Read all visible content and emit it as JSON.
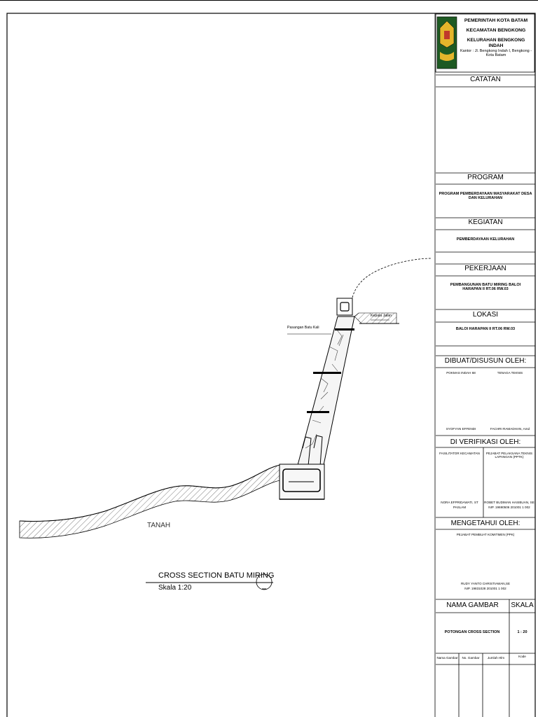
{
  "title_block": {
    "authority": [
      "PEMERINTAH  KOTA BATAM",
      "KECAMATAN BENGKONG",
      "KELURAHAN BENGKONG INDAH"
    ],
    "office": "Kantor : Jl. Bengkong Indah I, Bengkong - Kota Batam",
    "catatan_label": "CATATAN",
    "program_label": "PROGRAM",
    "program_value": "PROGRAM PEMBERDAYAAN MASYARAKAT DESA DAN KELURAHAN",
    "kegiatan_label": "KEGIATAN",
    "kegiatan_value": "PEMBERDAYAAN KELURAHAN",
    "pekerjaan_label": "PEKERJAAN",
    "pekerjaan_value": "PEMBANGUNAN BATU MIRING BALOI HARAPAN II RT.06 RW.03",
    "lokasi_label": "LOKASI",
    "lokasi_value": "BALOI HARAPAN II RT.06 RW.03",
    "dibuat_label": "DIBUAT/DISUSUN OLEH:",
    "dibuat_left_title": "POKMAS INDAH 68",
    "dibuat_right_title": "TENAGA TEKNIS",
    "dibuat_left_name": "SYOFYAN EFFENDI",
    "dibuat_right_name": "FACHRI RAMADHAN, Amd",
    "verifikasi_label": "DI VERIFIKASI OLEH:",
    "verif_left_title": "FASILITATOR KECAMATAN",
    "verif_right_title": "PEJABAT PELAKSANA TEKNIS LAPANGAN (PPTK)",
    "verif_left_name": "NORA EFPRIDAWATI, ST",
    "verif_left_sub": "PASLAM",
    "verif_right_name": "ROBET BUDIMAN HASIBUAN, SE",
    "verif_right_nip": "NIP. 19690506 201001 1 002",
    "mengetahui_label": "MENGETAHUI OLEH:",
    "mengetahui_title": "PEJABAT PEMBUAT KOMITMEN (PPK)",
    "mengetahui_name": "RUDY YANTO CHRISTIAWAN,SE",
    "mengetahui_nip": "NIP. 19831028 201001 1 002",
    "nama_gambar_label": "NAMA GAMBAR",
    "skala_label": "SKALA",
    "nama_gambar_value": "POTONGAN CROSS SECTION",
    "skala_value": "1 : 20",
    "footer_cols": [
      "Nama Gambar",
      "No. Gambar",
      "Jumlah Hlm",
      "Kode"
    ]
  },
  "drawing": {
    "title": "CROSS SECTION BATU MIRING",
    "scale": "Skala 1:20",
    "soil_label": "TANAH",
    "label_left": "Pasangan Batu Kali",
    "label_right": "Kepala Jalan"
  },
  "colors": {
    "emblem_green": "#1e5a23",
    "emblem_gold": "#e4b52b",
    "line": "#000000"
  }
}
